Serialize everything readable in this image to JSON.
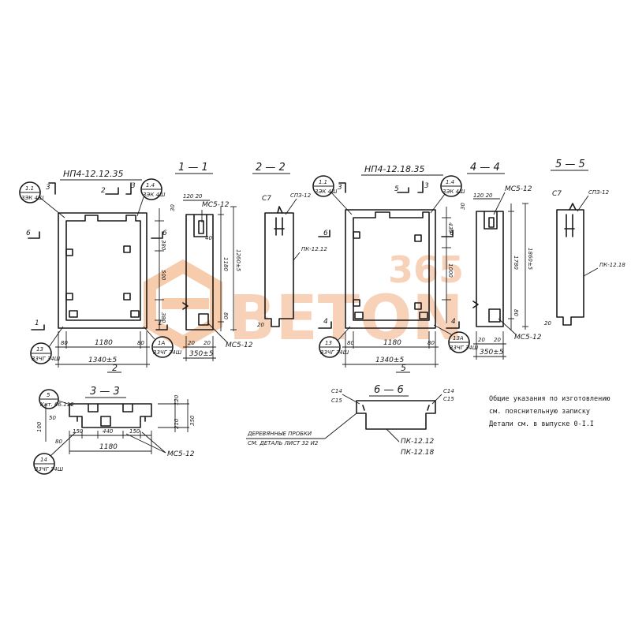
{
  "panel_left": {
    "mark": "НП4-12.12.35",
    "dim_width": "1180",
    "dim_total": "1340±5",
    "dim_side_left": "80",
    "dim_side_right": "80",
    "dim_top_part": "380",
    "dim_mid_part": "500",
    "dim_bot_part": "380",
    "cut_3": "3",
    "cut_2": "2",
    "cut_6": "6",
    "cut_1": "1",
    "node_1_1": "1.1",
    "node_1_1_ref": "3ЭК 4Ш",
    "node_1_4": "1.4",
    "node_1_4_ref": "3ЭК 4Ш",
    "node_13": "13",
    "node_13_ref": "33ЧГ 34Ш",
    "node_1a": "1А",
    "node_1a_ref": "33ЧГ 34Ш"
  },
  "section_1_1": {
    "title": "1 — 1",
    "top_dims": "120 20",
    "dim_30": "30",
    "dim_40": "40",
    "mesh_top": "МС5-12",
    "mesh_bottom": "МС5-12",
    "dim_height_inner": "1180",
    "dim_height_total": "1260±5",
    "dim_80": "80",
    "bot_20a": "20",
    "bot_20b": "20",
    "dim_depth": "350±5"
  },
  "section_2_2": {
    "title": "2 — 2",
    "label_c7": "С7",
    "label_sp": "СПЗ-12",
    "label_pk": "ПК-12.12",
    "dim_20": "20"
  },
  "panel_right": {
    "mark": "НП4-12.18.35",
    "dim_width": "1180",
    "dim_total": "1340±5",
    "dim_side_left": "80",
    "dim_side_right": "80",
    "dim_top_part": "430",
    "dim_mid_part": "1000",
    "cut_3": "3",
    "cut_5": "5",
    "cut_6": "6",
    "cut_4": "4",
    "node_1_1": "1.1",
    "node_1_1_ref": "3ЭК 4Ш",
    "node_1_4": "1.4",
    "node_1_4_ref": "3ЭК 4Ш",
    "node_13": "13",
    "node_13_ref": "33ЧГ 34Ш",
    "node_13a": "13А",
    "node_13a_ref": "33ЧГ 34Ш"
  },
  "section_4_4": {
    "title": "4 — 4",
    "top_dims": "120 20",
    "dim_30": "30",
    "mesh_top": "МС5-12",
    "mesh_bottom": "МС5-12",
    "dim_height_inner": "1780",
    "dim_height_total": "1860±5",
    "dim_80": "80",
    "bot_20a": "20",
    "bot_20b": "20",
    "dim_depth": "350±5"
  },
  "section_5_5": {
    "title": "5 — 5",
    "label_c7": "С7",
    "label_sp": "СПЗ-12",
    "label_pk": "ПК-12.18",
    "dim_20": "20"
  },
  "section_3_3": {
    "title": "3 — 3",
    "node_5": "5",
    "node_5_ref": "Кит. 66.110",
    "node_14": "14",
    "node_14_ref": "33ЧГ 34Ш",
    "dim_50": "50",
    "dim_100": "100",
    "dim_80": "80",
    "dim_150a": "150",
    "dim_440": "440",
    "dim_150b": "150",
    "dim_1180": "1180",
    "dim_120": "120",
    "dim_210": "210",
    "dim_350": "350",
    "mesh": "МС5-12"
  },
  "section_6_6": {
    "title": "6 — 6",
    "c14_left": "С14",
    "c15_left": "С15",
    "c14_right": "С14",
    "c15_right": "С15",
    "wood_plugs_1": "ДЕРЕВЯННЫЕ ПРОБКИ",
    "wood_plugs_2": "СМ. ДЕТАЛЬ ЛИСТ 32 И2",
    "pk_1": "ПК-12.12",
    "pk_2": "ПК-12.18"
  },
  "notes": {
    "line1": "Общие указания по изготовлению",
    "line2": "см. пояснительную записку",
    "line3": "Детали см. в выпуске 0-I.I"
  },
  "watermark": {
    "digits": "365",
    "word": "BETON"
  }
}
